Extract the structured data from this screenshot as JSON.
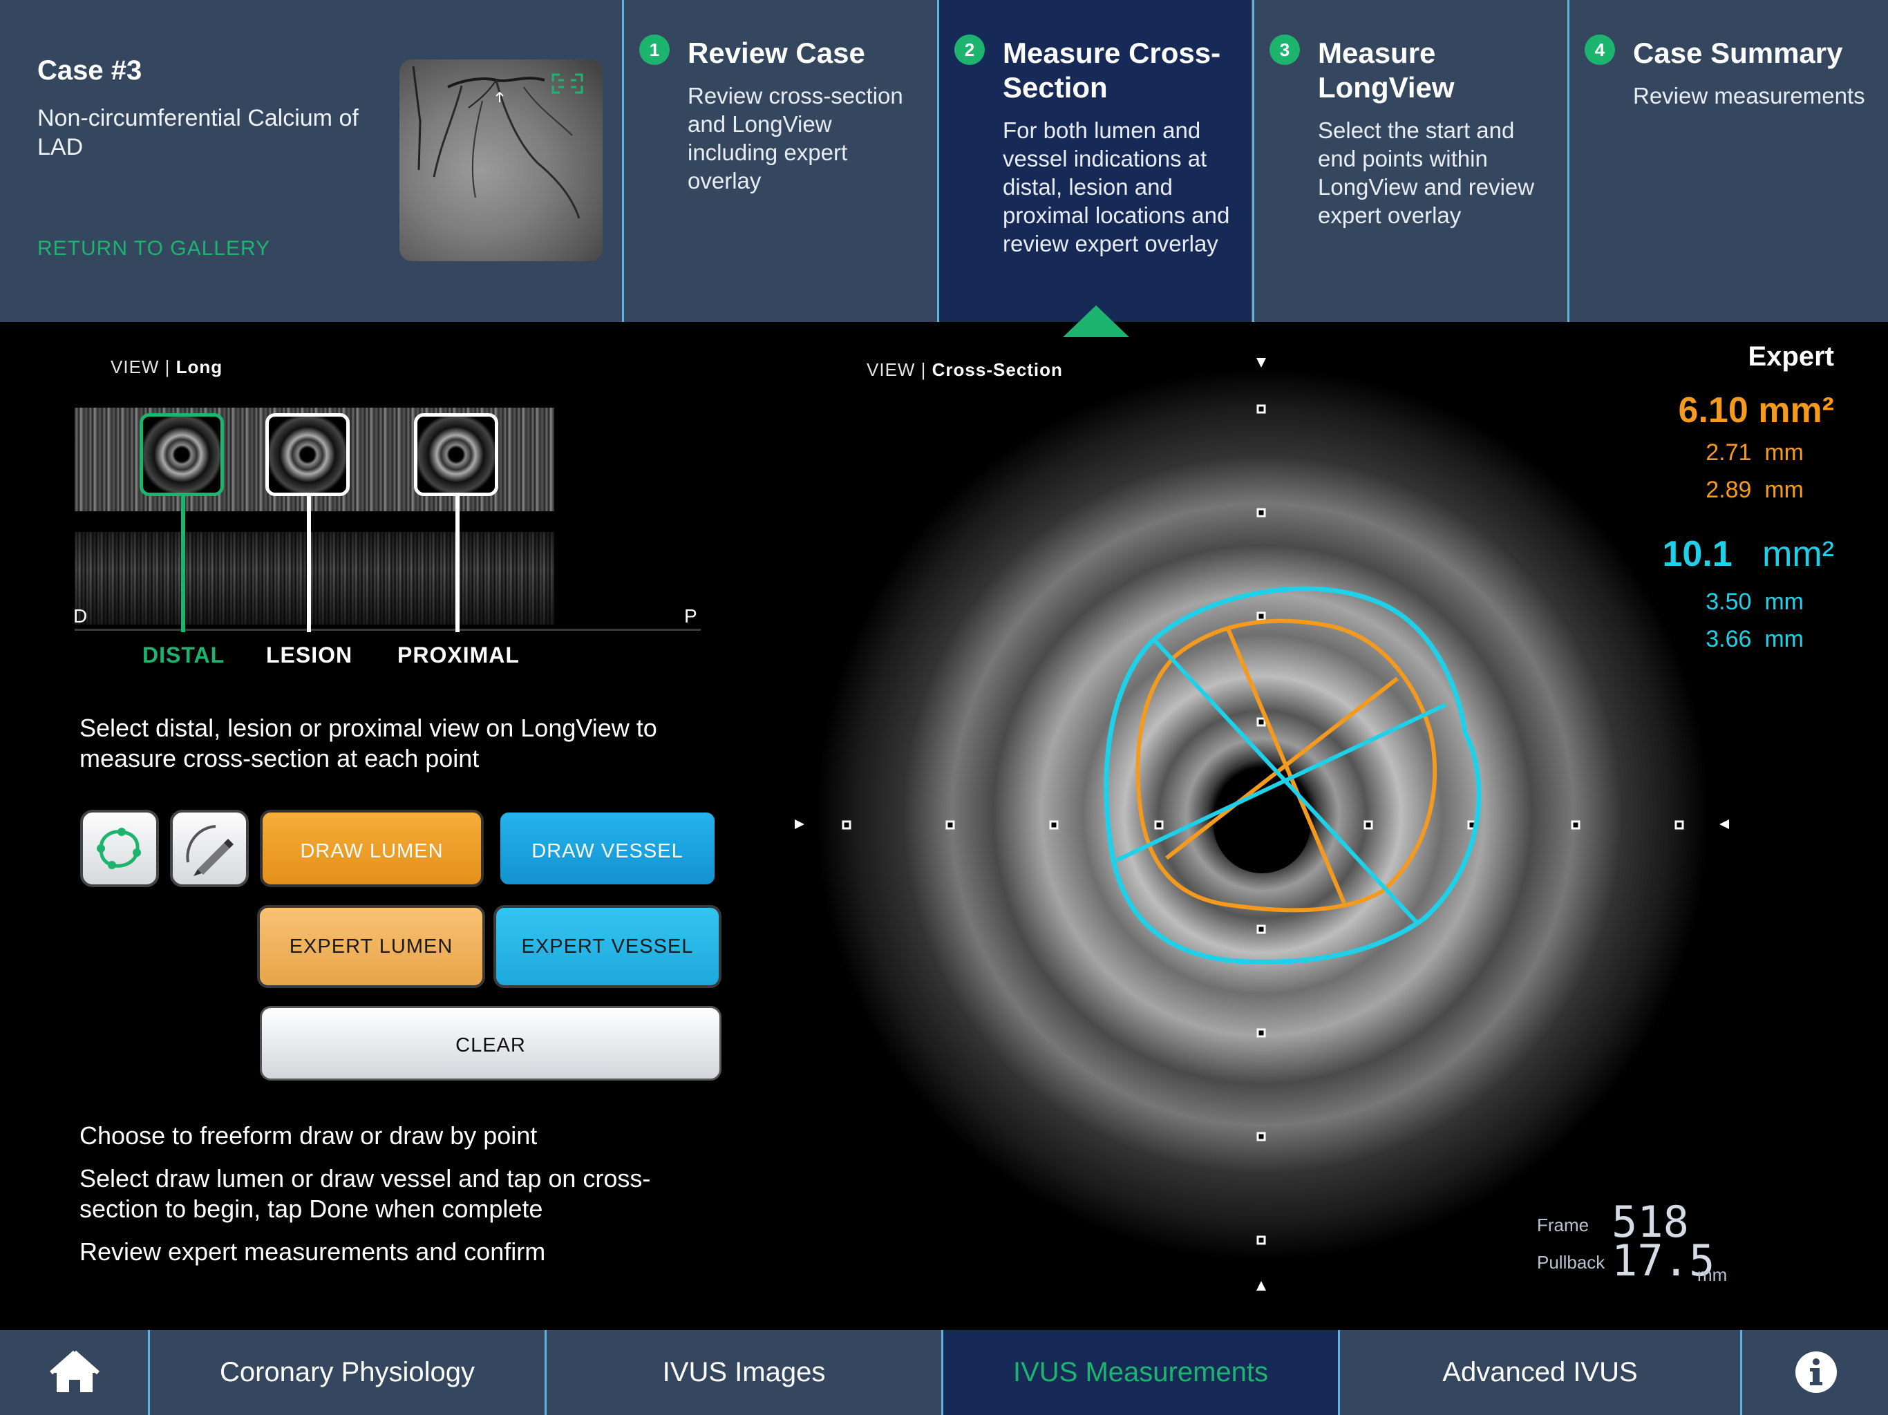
{
  "case": {
    "title": "Case #3",
    "description": "Non-circumferential Calcium of LAD",
    "return_link": "RETURN TO GALLERY"
  },
  "steps": [
    {
      "num": "1",
      "title": "Review Case",
      "desc": "Review cross-section and LongView including expert overlay"
    },
    {
      "num": "2",
      "title": "Measure Cross-Section",
      "desc": "For both lumen and vessel indications at distal, lesion and proximal locations and review expert overlay"
    },
    {
      "num": "3",
      "title": "Measure LongView",
      "desc": "Select the start and end points within LongView and review expert overlay"
    },
    {
      "num": "4",
      "title": "Case Summary",
      "desc": "Review measurements"
    }
  ],
  "active_step": 2,
  "longview": {
    "view_prefix": "VIEW",
    "view_name": "Long",
    "end_left": "D",
    "end_right": "P",
    "markers": [
      "DISTAL",
      "LESION",
      "PROXIMAL"
    ],
    "selected_marker": "DISTAL"
  },
  "instructions": {
    "top": "Select distal, lesion or proximal view on LongView to measure cross-section at each point",
    "line1": "Choose to freeform draw or draw by point",
    "line2": "Select draw lumen or draw vessel and tap on cross-section to begin, tap Done when complete",
    "line3": "Review expert measurements and confirm"
  },
  "tools": {
    "point_tool_icon": "point-draw-icon",
    "freeform_tool_icon": "pencil-icon",
    "draw_lumen": "DRAW LUMEN",
    "draw_vessel": "DRAW VESSEL",
    "expert_lumen": "EXPERT LUMEN",
    "expert_vessel": "EXPERT VESSEL",
    "clear": "CLEAR"
  },
  "cross_section": {
    "view_prefix": "VIEW",
    "view_name": "Cross-Section"
  },
  "expert": {
    "title": "Expert",
    "lumen_area": "6.10",
    "lumen_area_unit": "mm²",
    "lumen_d1": "2.71",
    "lumen_d2": "2.89",
    "vessel_area": "10.1",
    "vessel_area_unit": "mm²",
    "vessel_d1": "3.50",
    "vessel_d2": "3.66",
    "mm": "mm"
  },
  "frame_info": {
    "frame_label": "Frame",
    "frame_value": "518",
    "pullback_label": "Pullback",
    "pullback_value": "17.5",
    "pullback_unit": "mm"
  },
  "nav": {
    "home_icon": "home-icon",
    "items": [
      "Coronary Physiology",
      "IVUS Images",
      "IVUS Measurements",
      "Advanced IVUS"
    ],
    "active": "IVUS Measurements",
    "info_icon": "info-icon"
  },
  "colors": {
    "accent_green": "#1db46f",
    "lumen_orange": "#f39a1f",
    "vessel_cyan": "#1fd1e8",
    "header_bg": "#34475f",
    "active_bg": "#172a57"
  }
}
